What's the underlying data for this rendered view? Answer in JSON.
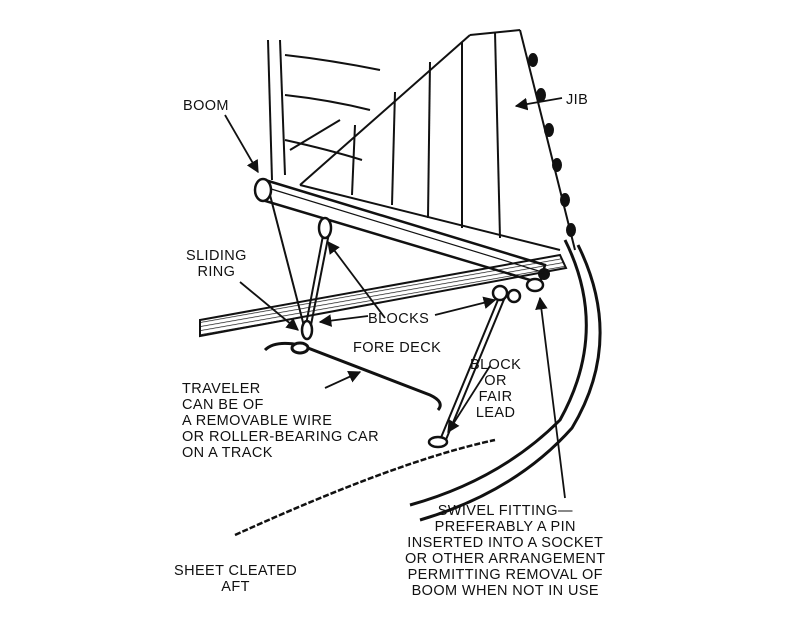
{
  "labels": {
    "boom": "BOOM",
    "jib": "JIB",
    "sliding_ring": "SLIDING\nRING",
    "blocks": "BLOCKS",
    "fore_deck": "FORE DECK",
    "block_fair_lead": "BLOCK\nOR\nFAIR\nLEAD",
    "traveler": "TRAVELER\nCAN BE OF\nA REMOVABLE WIRE\nOR ROLLER-BEARING CAR\nON A TRACK",
    "swivel_fitting": "SWIVEL FITTING—\nPREFERABLY A PIN\nINSERTED INTO A SOCKET\nOR OTHER ARRANGEMENT\nPERMITTING REMOVAL OF\nBOOM WHEN NOT IN USE",
    "sheet_cleated": "SHEET CLEATED\nAFT"
  },
  "colors": {
    "ink": "#111111",
    "paper": "#ffffff"
  }
}
